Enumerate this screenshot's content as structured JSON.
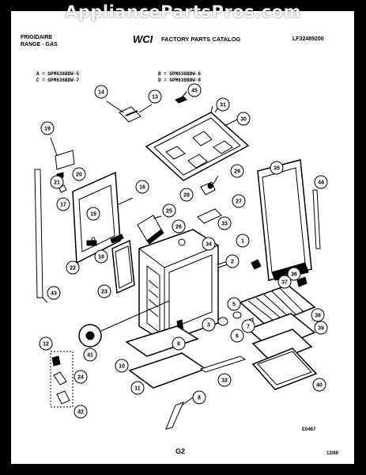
{
  "watermark": "AppliancePartsPros.com",
  "header": {
    "brand": "FRIGIDAIRE",
    "product": "RANGE - GAS",
    "logo": "WCI",
    "catalog_title": "FACTORY PARTS CATALOG",
    "catalog_number": "LF32489200"
  },
  "models": {
    "a": "A = GPM638BDW-5",
    "b": "B = GPM638BDW-6",
    "c": "C = GPM638BDW-7",
    "d": "D = GPM638BDW-8"
  },
  "diagram": {
    "drawing_number": "E0467",
    "page_label": "G2",
    "date": "12/89",
    "callouts": [
      "1",
      "2",
      "3",
      "5",
      "6",
      "7",
      "8",
      "9",
      "10",
      "11",
      "12",
      "13",
      "14",
      "15",
      "16",
      "17",
      "18",
      "19",
      "20",
      "21",
      "22",
      "23",
      "24",
      "25",
      "26",
      "27",
      "28",
      "29",
      "30",
      "31",
      "32",
      "33",
      "34",
      "35",
      "36",
      "37",
      "38",
      "39",
      "40",
      "41",
      "42",
      "43",
      "44",
      "45"
    ]
  }
}
